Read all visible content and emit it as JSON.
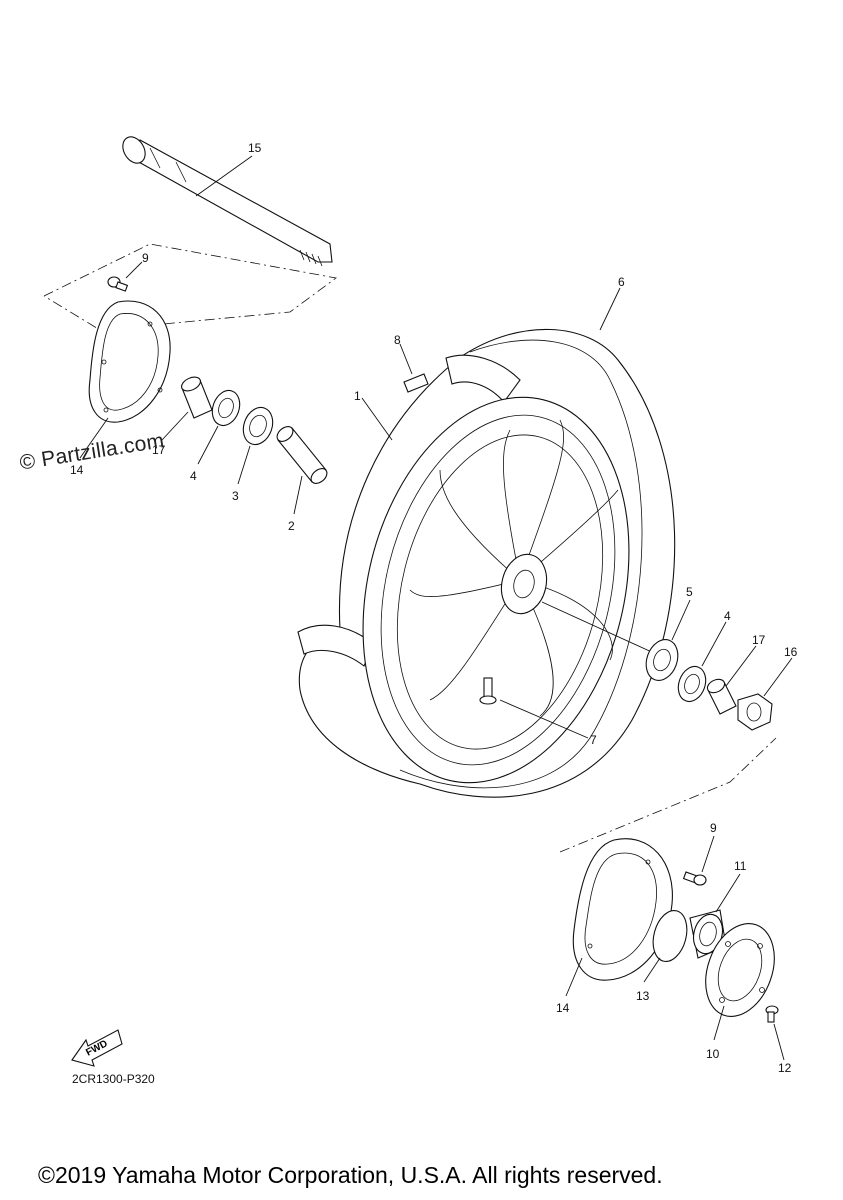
{
  "watermark": "© Partzilla.com",
  "reference_code": "2CR1300-P320",
  "copyright": "©2019 Yamaha Motor Corporation, U.S.A. All rights reserved.",
  "fwd_label": "FWD",
  "callouts": {
    "c1": "1",
    "c2": "2",
    "c3": "3",
    "c4a": "4",
    "c4b": "4",
    "c5": "5",
    "c6": "6",
    "c7": "7",
    "c8": "8",
    "c9a": "9",
    "c9b": "9",
    "c10": "10",
    "c11": "11",
    "c12": "12",
    "c13": "13",
    "c14a": "14",
    "c14b": "14",
    "c15": "15",
    "c16": "16",
    "c17a": "17",
    "c17b": "17"
  }
}
